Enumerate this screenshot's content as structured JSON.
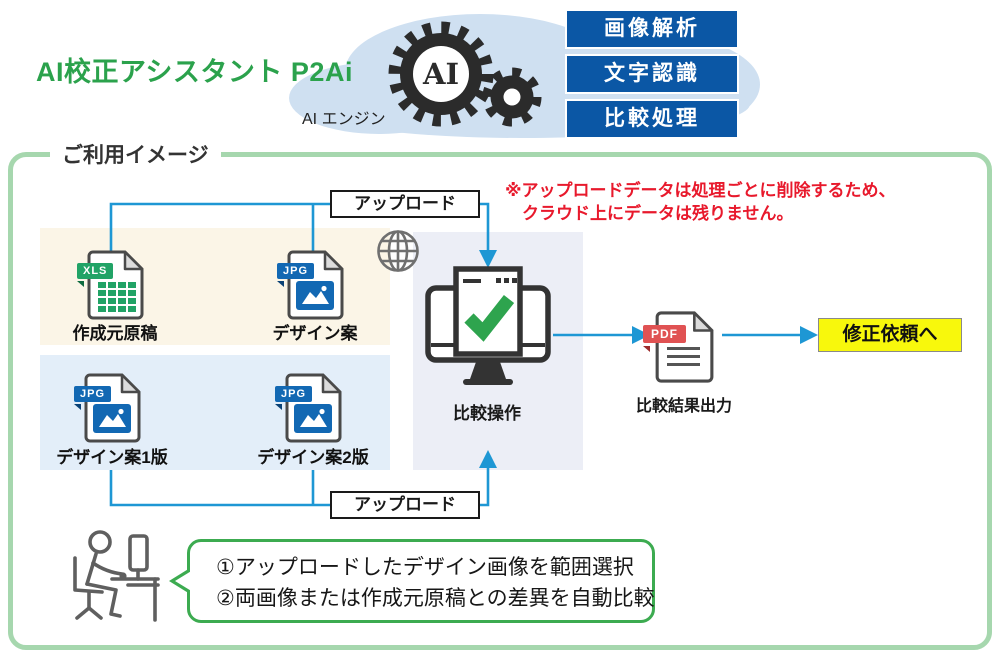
{
  "header": {
    "title": "AI校正アシスタント P2Ai",
    "engine_label": "AI エンジン",
    "ai_badge": "AI",
    "features": [
      {
        "label": "画像解析"
      },
      {
        "label": "文字認識"
      },
      {
        "label": "比較処理"
      }
    ]
  },
  "section": {
    "label": "ご利用イメージ",
    "upload_top": "アップロード",
    "upload_bottom": "アップロード",
    "notice_line1": "※アップロードデータは処理ごとに削除するため、",
    "notice_line2": "クラウド上にデータは残りません。",
    "files": {
      "source": {
        "badge": "XLS",
        "label": "作成元原稿"
      },
      "design": {
        "badge": "JPG",
        "label": "デザイン案"
      },
      "design_v1": {
        "badge": "JPG",
        "label": "デザイン案1版"
      },
      "design_v2": {
        "badge": "JPG",
        "label": "デザイン案2版"
      }
    },
    "compare_label": "比較操作",
    "result": {
      "badge": "PDF",
      "label": "比較結果出力"
    },
    "next_step": "修正依頼へ",
    "bubble": {
      "line1": "①アップロードしたデザイン画像を範囲選択",
      "line2": "②両画像または作成元原稿との差異を自動比較"
    }
  },
  "colors": {
    "title_green": "#2BA24C",
    "feature_blue": "#0B57A5",
    "connector_blue": "#1E97D4",
    "notice_red": "#E8192C",
    "highlight_yellow": "#F8F80C",
    "frame_green": "#A6D7AE",
    "bubble_green": "#3CAB50",
    "cloud_blue": "#CFE0F1",
    "xls_green": "#21A366",
    "jpg_blue": "#1268B3",
    "pdf_red": "#E05253",
    "check_green": "#2EA44E"
  }
}
